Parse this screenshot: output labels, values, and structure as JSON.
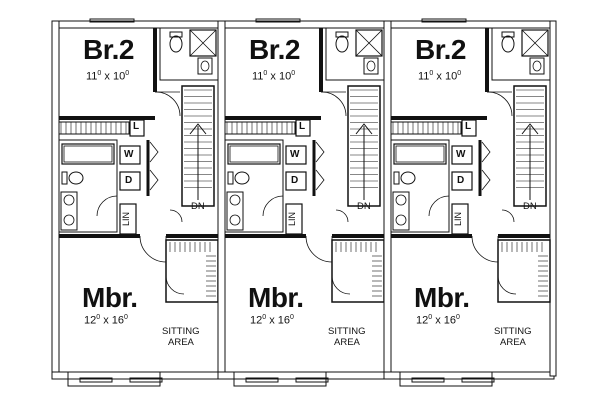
{
  "units": [
    {
      "bedroom_label": "Br.2",
      "bedroom_dim": {
        "w": "11",
        "w_sup": "0",
        "x": "x",
        "h": "10",
        "h_sup": "0"
      },
      "master_label": "Mbr.",
      "master_dim": {
        "w": "12",
        "w_sup": "0",
        "x": "x",
        "h": "16",
        "h_sup": "0"
      },
      "sitting_line1": "SITTING",
      "sitting_line2": "AREA",
      "stair_label": "DN",
      "linen_closet": "L",
      "washer": "W",
      "dryer": "D",
      "linen_label": "LIN"
    },
    {
      "bedroom_label": "Br.2",
      "bedroom_dim": {
        "w": "11",
        "w_sup": "0",
        "x": "x",
        "h": "10",
        "h_sup": "0"
      },
      "master_label": "Mbr.",
      "master_dim": {
        "w": "12",
        "w_sup": "0",
        "x": "x",
        "h": "16",
        "h_sup": "0"
      },
      "sitting_line1": "SITTING",
      "sitting_line2": "AREA",
      "stair_label": "DN",
      "linen_closet": "L",
      "washer": "W",
      "dryer": "D",
      "linen_label": "LIN"
    },
    {
      "bedroom_label": "Br.2",
      "bedroom_dim": {
        "w": "11",
        "w_sup": "0",
        "x": "x",
        "h": "10",
        "h_sup": "0"
      },
      "master_label": "Mbr.",
      "master_dim": {
        "w": "12",
        "w_sup": "0",
        "x": "x",
        "h": "16",
        "h_sup": "0"
      },
      "sitting_line1": "SITTING",
      "sitting_line2": "AREA",
      "stair_label": "DN",
      "linen_closet": "L",
      "washer": "W",
      "dryer": "D",
      "linen_label": "LIN"
    }
  ],
  "colors": {
    "wall": "#000000",
    "line": "#222222",
    "paper": "#ffffff"
  }
}
